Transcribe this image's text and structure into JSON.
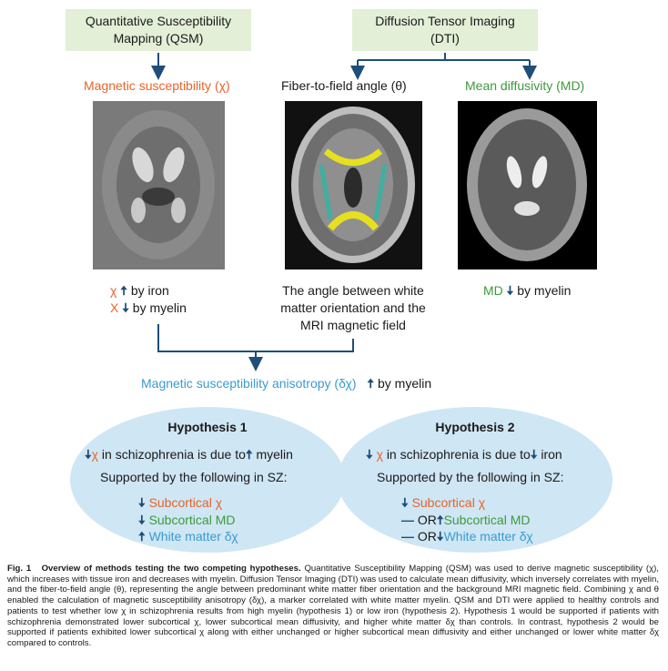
{
  "boxes": {
    "qsm": "Quantitative Susceptibility Mapping (QSM)",
    "dti": "Diffusion Tensor Imaging (DTI)"
  },
  "columns": {
    "qsm_label": "Magnetic susceptibility (χ)",
    "fiber_label": "Fiber-to-field angle (θ)",
    "md_label": "Mean diffusivity (MD)"
  },
  "effects": {
    "chi_sym": "χ",
    "chi_iron": "by iron",
    "chi_sym2": "Χ",
    "chi_myelin": "by myelin",
    "angle_desc": "The angle between white matter orientation and the MRI magnetic field",
    "md_sym": "MD",
    "md_myelin": "by myelin"
  },
  "anisotropy": {
    "label": "Magnetic susceptibility anisotropy (δχ)",
    "by": "by myelin"
  },
  "hypothesis1": {
    "title": "Hypothesis 1",
    "chi": "χ",
    "line_mid": "in schizophrenia is due to",
    "cause": "myelin",
    "supported": "Supported by the following in SZ:",
    "items": [
      "Subcortical χ",
      "Subcortical MD",
      "White matter δχ"
    ]
  },
  "hypothesis2": {
    "title": "Hypothesis 2",
    "chi": "χ",
    "line_mid": "in schizophrenia is due to",
    "cause": "iron",
    "supported": "Supported by the following in SZ:",
    "items": [
      "Subcortical χ",
      "Subcortical MD",
      "White matter δχ"
    ],
    "or": "OR"
  },
  "caption": {
    "fig": "Fig. 1",
    "title": "Overview of methods testing the two competing hypotheses.",
    "body": "Quantitative Susceptibility Mapping (QSM) was used to derive magnetic susceptibility (χ), which increases with tissue iron and decreases with myelin. Diffusion Tensor Imaging (DTI) was used to calculate mean diffusivity, which inversely correlates with myelin, and the fiber-to-field angle (θ), representing the angle between predominant white matter fiber orientation and the background MRI magnetic field. Combining χ and θ enabled the calculation of magnetic susceptibility anisotropy (δχ), a marker correlated with white matter myelin. QSM and DTI were applied to healthy controls and patients to test whether low χ in schizophrenia results from high myelin (hypothesis 1) or low iron (hypothesis 2). Hypothesis 1 would be supported if patients with schizophrenia demonstrated lower subcortical χ, lower subcortical mean diffusivity, and higher white matter δχ than controls. In contrast, hypothesis 2 would be supported if patients exhibited lower subcortical χ along with either unchanged or higher subcortical mean diffusivity and either unchanged or lower white matter δχ compared to controls."
  },
  "colors": {
    "box": "#e3efd7",
    "arrow": "#1f4e79",
    "orange": "#e8632a",
    "green": "#3c9a3c",
    "blue": "#3a9bd0",
    "ellipse": "#cfe6f4"
  },
  "icons": [
    "arrow-up-icon",
    "arrow-down-icon",
    "dash-icon"
  ]
}
